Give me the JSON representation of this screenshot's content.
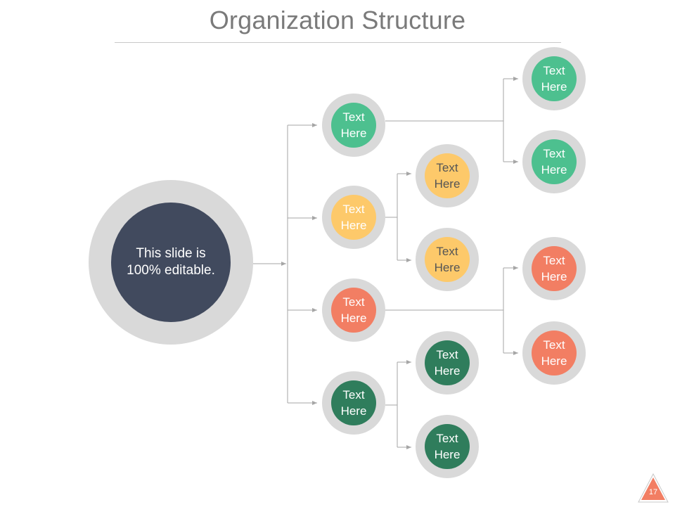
{
  "title": "Organization Structure",
  "colors": {
    "dark_navy": "#414a5e",
    "mint_green": "#4dc08f",
    "yellow": "#fdc96a",
    "salmon": "#f27e63",
    "forest_green": "#2f7d5c",
    "ring_gray": "#d9d9d9",
    "connector_gray": "#a6a6a6"
  },
  "root": {
    "text": "This slide is\n100% editable."
  },
  "level1": [
    {
      "text": "Text\nHere",
      "color": "#4dc08f"
    },
    {
      "text": "Text\nHere",
      "color": "#fdc96a"
    },
    {
      "text": "Text\nHere",
      "color": "#f27e63"
    },
    {
      "text": "Text\nHere",
      "color": "#2f7d5c"
    }
  ],
  "level2": [
    {
      "text": "Text\nHere",
      "color": "#4dc08f",
      "parent": 0
    },
    {
      "text": "Text\nHere",
      "color": "#4dc08f",
      "parent": 0
    },
    {
      "text": "Text\nHere",
      "color": "#fdc96a",
      "parent": 1
    },
    {
      "text": "Text\nHere",
      "color": "#fdc96a",
      "parent": 1
    },
    {
      "text": "Text\nHere",
      "color": "#f27e63",
      "parent": 2
    },
    {
      "text": "Text\nHere",
      "color": "#f27e63",
      "parent": 2
    },
    {
      "text": "Text\nHere",
      "color": "#2f7d5c",
      "parent": 3
    },
    {
      "text": "Text\nHere",
      "color": "#2f7d5c",
      "parent": 3
    }
  ],
  "page_number": "17",
  "page_badge_color": "#f27e63"
}
